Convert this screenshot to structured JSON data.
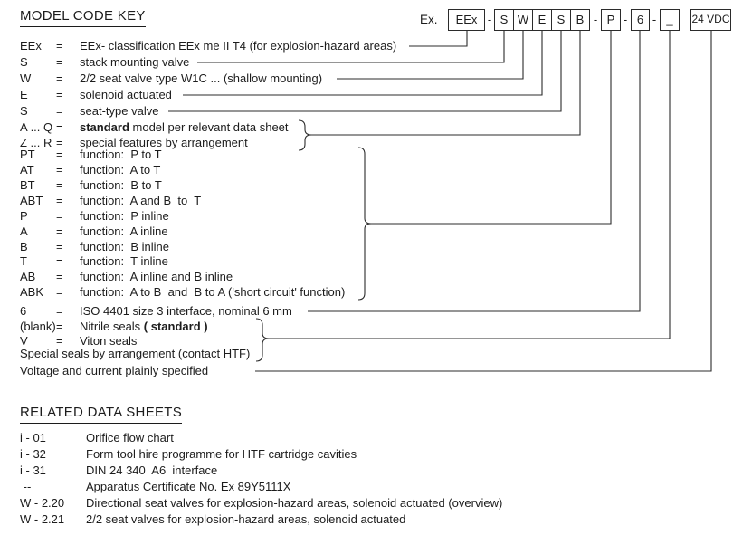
{
  "title": "MODEL CODE KEY",
  "example": {
    "label": "Ex.",
    "separator": "-",
    "boxes": [
      {
        "label": "EEx"
      },
      {
        "label": "S"
      },
      {
        "label": "W"
      },
      {
        "label": "E"
      },
      {
        "label": "S"
      },
      {
        "label": "B"
      },
      {
        "label": "P"
      },
      {
        "label": "6"
      },
      {
        "label": "_"
      },
      {
        "label": "24 VDC"
      }
    ]
  },
  "key": {
    "rows": [
      {
        "code": "EEx",
        "eq": "=",
        "desc": "EEx- classification EEx me II T4 (for explosion-hazard areas)"
      },
      {
        "code": "S",
        "eq": "=",
        "desc": "stack mounting valve"
      },
      {
        "code": "W",
        "eq": "=",
        "desc": "2/2 seat valve type W1C ... (shallow mounting)"
      },
      {
        "code": "E",
        "eq": "=",
        "desc": "solenoid actuated"
      },
      {
        "code": "S",
        "eq": "=",
        "desc": "seat-type valve"
      },
      {
        "code": "A ... Q",
        "eq": "=",
        "bold": "standard",
        "desc": " model per relevant data sheet"
      },
      {
        "code": "Z ... R",
        "eq": "=",
        "desc": "special features by arrangement"
      },
      {
        "code": "PT",
        "eq": "=",
        "desc": "function:  P to T"
      },
      {
        "code": "AT",
        "eq": "=",
        "desc": "function:  A to T"
      },
      {
        "code": "BT",
        "eq": "=",
        "desc": "function:  B to T"
      },
      {
        "code": "ABT",
        "eq": "=",
        "desc": "function:  A and B  to  T"
      },
      {
        "code": "P",
        "eq": "=",
        "desc": "function:  P inline"
      },
      {
        "code": "A",
        "eq": "=",
        "desc": "function:  A inline"
      },
      {
        "code": "B",
        "eq": "=",
        "desc": "function:  B inline"
      },
      {
        "code": "T",
        "eq": "=",
        "desc": "function:  T inline"
      },
      {
        "code": "AB",
        "eq": "=",
        "desc": "function:  A inline and B inline"
      },
      {
        "code": "ABK",
        "eq": "=",
        "desc": "function:  A to B  and  B to A ('short circuit' function)"
      },
      {
        "code": "6",
        "eq": "=",
        "desc": "ISO 4401 size 3 interface, nominal 6 mm"
      },
      {
        "code": "(blank)",
        "eq": "=",
        "desc": "Nitrile seals ",
        "bold": "( standard )"
      },
      {
        "code": "V",
        "eq": "=",
        "desc": "Viton seals"
      }
    ],
    "plain_rows": [
      "Special seals by arrangement (contact HTF)",
      "Voltage and current plainly specified"
    ]
  },
  "related": {
    "title": "RELATED DATA SHEETS",
    "rows": [
      {
        "code": "i - 01",
        "desc": "Orifice flow chart"
      },
      {
        "code": "i - 32",
        "desc": "Form tool hire programme for HTF cartridge cavities"
      },
      {
        "code": "i - 31",
        "desc": "DIN 24 340  A6  interface"
      },
      {
        "code": " --",
        "desc": "Apparatus Certificate No. Ex 89Y5111X"
      },
      {
        "code": "W - 2.20",
        "desc": "Directional seat valves for explosion-hazard areas, solenoid actuated (overview)"
      },
      {
        "code": "W - 2.21",
        "desc": "2/2 seat valves for explosion-hazard areas, solenoid actuated"
      }
    ]
  },
  "colors": {
    "ink": "#1c1c1c",
    "line": "#2b2b2b",
    "background": "#ffffff"
  }
}
